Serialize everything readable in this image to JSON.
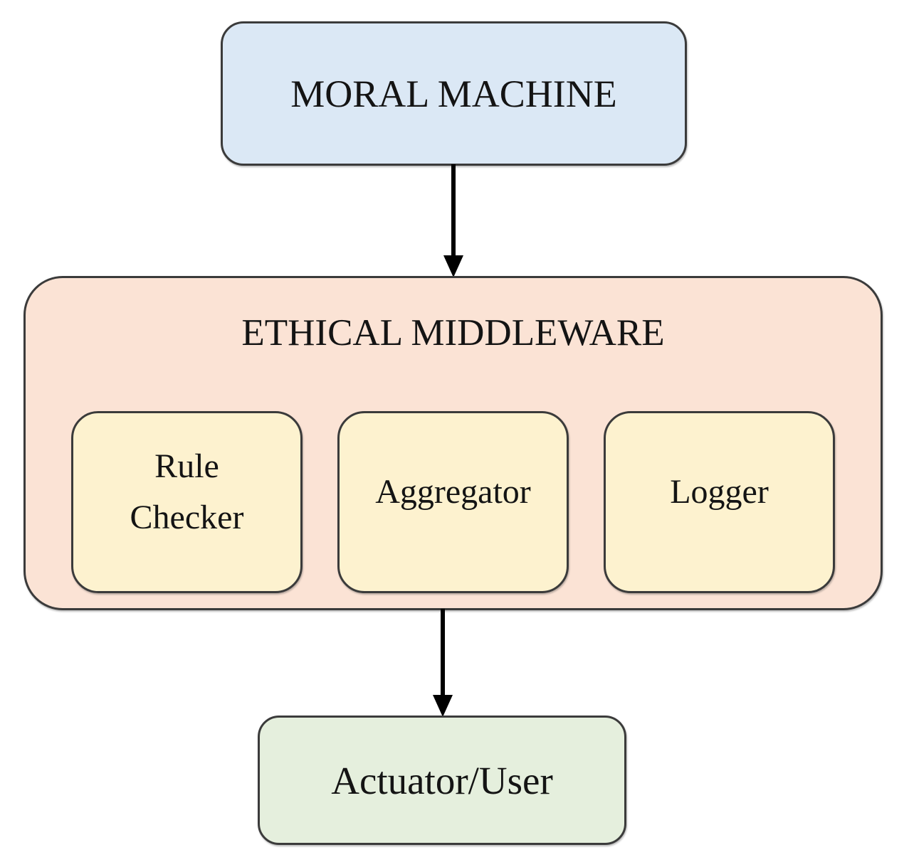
{
  "diagram": {
    "nodes": {
      "moral_machine": {
        "label": "MORAL MACHINE",
        "fill": "#dbe8f5"
      },
      "ethical_middleware": {
        "label": "ETHICAL MIDDLEWARE",
        "fill": "#fbe3d5"
      },
      "components": [
        {
          "label": "Rule Checker",
          "fill": "#fdf2cf"
        },
        {
          "label": "Aggregator",
          "fill": "#fdf2cf"
        },
        {
          "label": "Logger",
          "fill": "#fdf2cf"
        }
      ],
      "actuator_user": {
        "label": "Actuator/User",
        "fill": "#e5efdd"
      }
    },
    "edges": [
      {
        "from": "MORAL MACHINE",
        "to": "ETHICAL MIDDLEWARE",
        "direction": "down"
      },
      {
        "from": "ETHICAL MIDDLEWARE",
        "to": "Actuator/User",
        "direction": "down"
      }
    ],
    "style": {
      "border_color": "#3b3b3b",
      "text_color": "#141414",
      "arrow_color": "#000000",
      "background": "#ffffff"
    }
  }
}
